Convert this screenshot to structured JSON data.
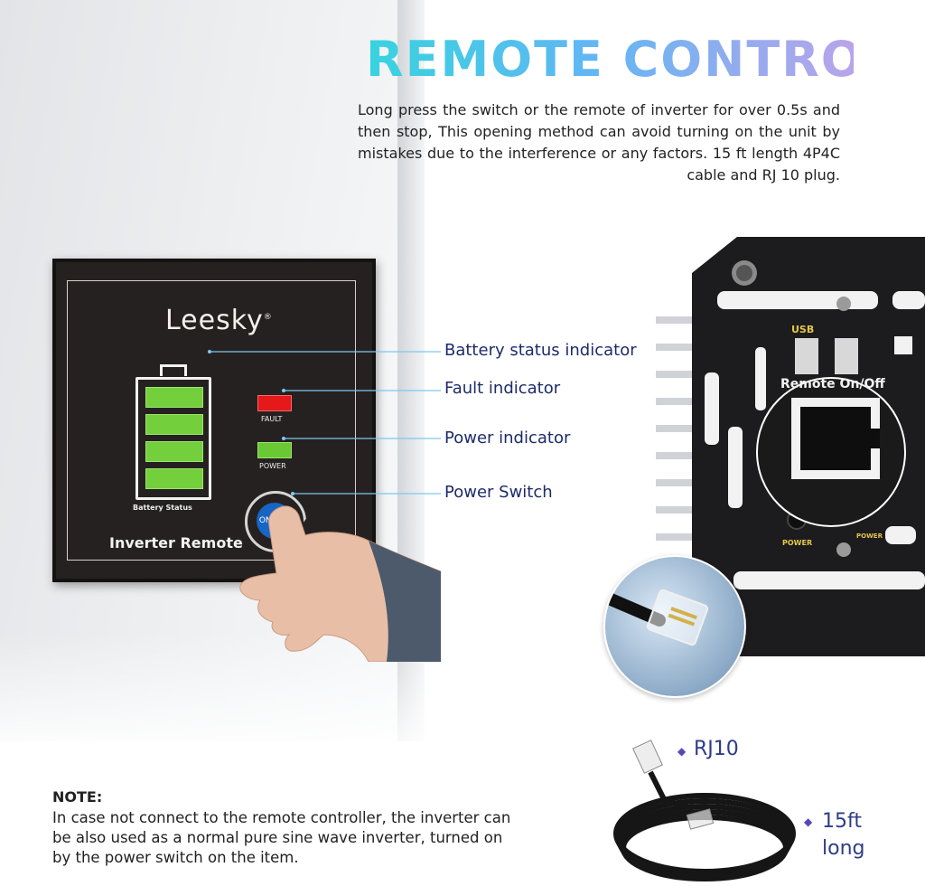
{
  "title": "REMOTE  CONTROL",
  "description": "Long press the switch or the remote of inverter for over 0.5s and then stop, This opening method can avoid turning on the unit by mistakes due to the interference or any factors. 15 ft length 4P4C cable and RJ 10 plug.",
  "remote": {
    "brand": "Leesky",
    "brand_mark": "®",
    "fault_label": "FAULT",
    "power_label": "POWER",
    "battery_label": "Battery Status",
    "button_label": "ON/OFF",
    "name": "Inverter Remote"
  },
  "indicators": [
    {
      "label": "Battery status indicator"
    },
    {
      "label": "Fault indicator"
    },
    {
      "label": "Power indicator"
    },
    {
      "label": "Power Switch"
    }
  ],
  "device": {
    "usb_label": "USB",
    "port_label": "Remote On/Off",
    "power_label_left": "POWER",
    "power_label_right": "POWER"
  },
  "note": {
    "heading": "NOTE:",
    "text": "In case not connect to the remote controller, the inverter can be also used as a normal pure sine wave inverter, turned on by the power switch on the item."
  },
  "cable": {
    "plug_label": "RJ10",
    "length_label": "15ft long"
  },
  "colors": {
    "indicator_line": "#7ec8ee",
    "indicator_text": "#1d2b6a",
    "battery_green": "#74cf3c",
    "fault_red": "#e51919",
    "button_blue": "#1766c4"
  }
}
